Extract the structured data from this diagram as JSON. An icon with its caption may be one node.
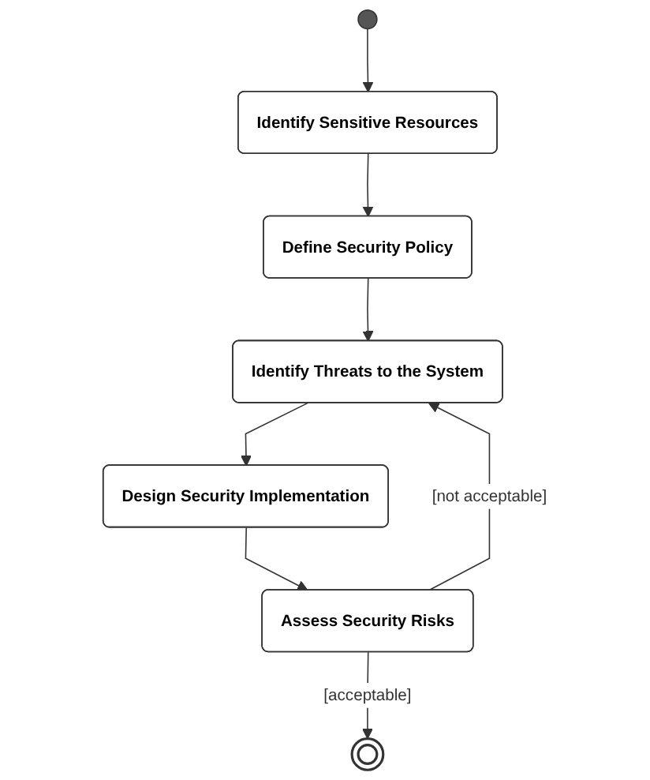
{
  "diagram": {
    "nodes": [
      {
        "text": [],
        "shape": "circle"
      },
      {
        "text": [
          "Identify Sensitive Resources"
        ]
      },
      {
        "text": [
          "Define Security Policy"
        ]
      },
      {
        "text": [
          "Identify Threats to the System"
        ]
      },
      {
        "text": [
          "Design Security Implementation"
        ]
      },
      {
        "text": [
          "Assess Security Risks"
        ]
      },
      {
        "text": [],
        "shape": "circle"
      }
    ],
    "edges": [
      {
        "from": 0,
        "to": 1,
        "arrow": "to"
      },
      {
        "from": 1,
        "to": 2,
        "arrow": "to"
      },
      {
        "from": 2,
        "to": 3,
        "arrow": "to"
      },
      {
        "from": 3,
        "to": 4,
        "arrow": "to"
      },
      {
        "from": 4,
        "to": 5,
        "arrow": "to"
      },
      {
        "from": 5,
        "to": 3,
        "arrow": "to",
        "label": "[not acceptable]"
      },
      {
        "from": 5,
        "to": 6,
        "arrow": "to",
        "label": "[acceptable]"
      }
    ]
  }
}
